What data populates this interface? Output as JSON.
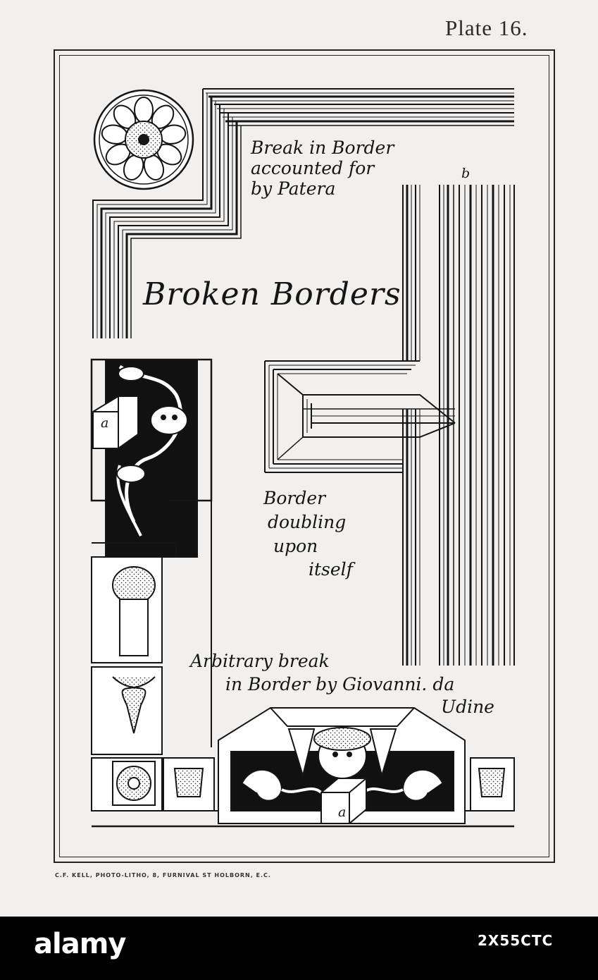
{
  "plate": {
    "number": "Plate 16."
  },
  "title": "Broken Borders",
  "notes": {
    "patera": [
      "Break in Border",
      "accounted for",
      "by Patera"
    ],
    "doubling": [
      "Border",
      "doubling",
      "upon",
      "itself"
    ],
    "arbitrary": [
      "Arbitrary break",
      "in Border by Giovanni. da",
      "Udine"
    ]
  },
  "labels": {
    "b": "b",
    "a_left": "a",
    "a_bottom": "a"
  },
  "imprint": "C.F. KELL, PHOTO-LITHO, 8, FURNIVAL ST HOLBORN, E.C.",
  "stock": {
    "logo": "alamy",
    "image_id": "2X55CTC"
  },
  "colors": {
    "paper": "#f1f0ee",
    "ink": "#151515",
    "bar": "#000000"
  }
}
